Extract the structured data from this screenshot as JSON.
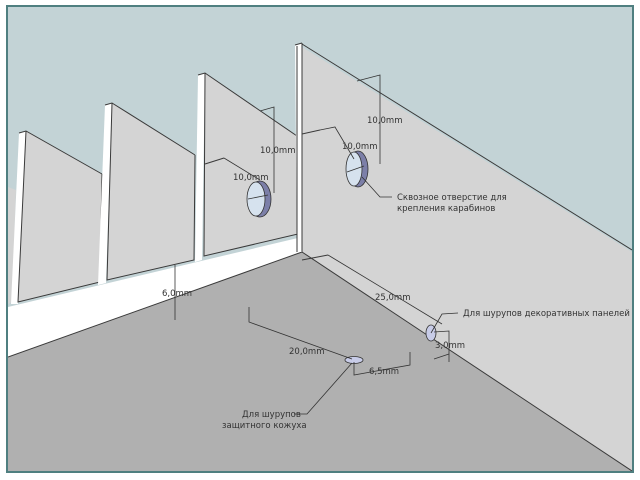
{
  "colors": {
    "frame": "#4f7f80",
    "sky": "#c3d3d6",
    "panel": "#d4d4d4",
    "base": "#ffffff",
    "floor": "#b0b0b0",
    "hole_rim": "#7c7fa8",
    "hole_inner": "#d6e2ee"
  },
  "dimensions": {
    "fin_hole_vertical": "10,0mm",
    "fin_hole_horizontal": "10,0mm",
    "front_hole_vertical": "10,0mm",
    "front_hole_horizontal": "10,0mm",
    "base_height": "6,0mm",
    "side_hole_offset": "25,0mm",
    "side_hole_height": "3,0mm",
    "bottom_hole_offset": "20,0mm",
    "bottom_hole_edge": "6,5mm"
  },
  "callouts": {
    "through_hole_line1": "Сквозное отверстие для",
    "through_hole_line2": "крепления карабинов",
    "decor_screws": "Для шурупов декоративных панелей",
    "cover_screws_line1": "Для шурупов",
    "cover_screws_line2": "защитного кожуха"
  }
}
